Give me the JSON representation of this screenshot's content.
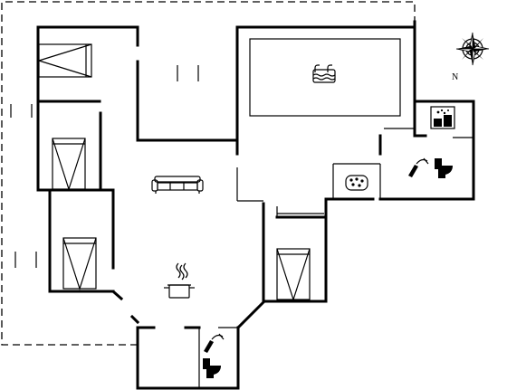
{
  "compass": {
    "north_label": "N"
  },
  "rooms": [
    {
      "name": "living-room",
      "icon": "sofa-icon"
    },
    {
      "name": "kitchen",
      "icon": "cooking-pot-icon"
    },
    {
      "name": "pool-room",
      "icon": "pool-icon"
    },
    {
      "name": "sauna",
      "icon": "sauna-icon"
    },
    {
      "name": "spa",
      "icon": "whirlpool-icon"
    },
    {
      "name": "bathroom-east",
      "icons": [
        "shower-icon",
        "toilet-icon"
      ]
    },
    {
      "name": "bathroom-south",
      "icons": [
        "shower-icon",
        "toilet-icon"
      ]
    },
    {
      "name": "bedroom",
      "icon": "bed-icon",
      "count": 4
    }
  ],
  "colors": {
    "walls": "#000000",
    "background": "#ffffff"
  }
}
